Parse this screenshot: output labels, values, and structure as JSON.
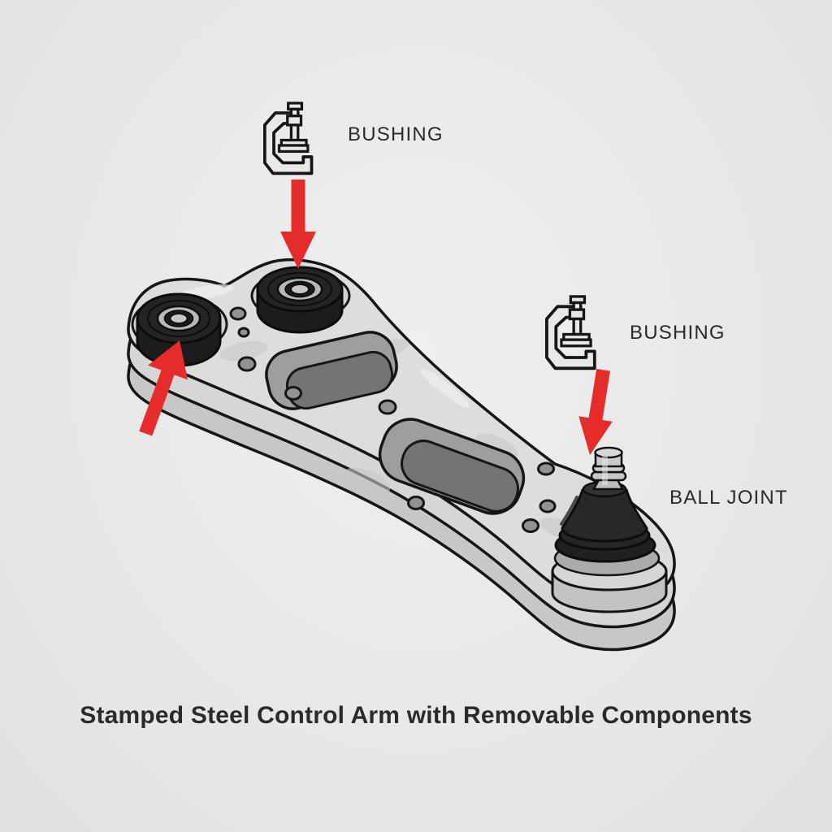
{
  "diagram": {
    "caption": "Stamped Steel Control Arm with Removable Components",
    "labels": {
      "bushing_top": "BUSHING",
      "bushing_right": "BUSHING",
      "ball_joint": "BALL JOINT"
    },
    "icons": {
      "bushing_top_icon": "c-clamp-press-icon",
      "bushing_right_icon": "c-clamp-press-icon",
      "arrow_top": "red-arrow-down",
      "arrow_right": "red-arrow-down",
      "arrow_left": "red-arrow-up"
    },
    "colors": {
      "background": "#e8e8e8",
      "outline": "#161616",
      "steel_light": "#dddddd",
      "steel_mid": "#c7c7c7",
      "steel_dark": "#9e9e9e",
      "cutout_hole": "#747474",
      "rubber_black": "#262626",
      "metal_stud": "#cbcbcb",
      "arrow_red": "#e62b2b",
      "label_text": "#2a2a2a"
    }
  }
}
